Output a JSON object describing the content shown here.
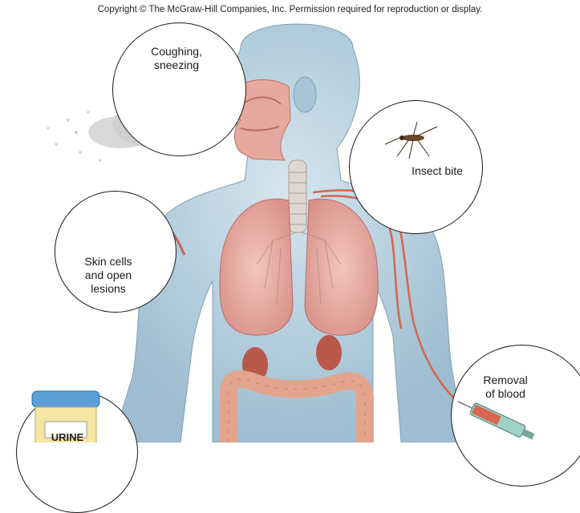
{
  "copyright": "Copyright © The McGraw-Hill Companies, Inc. Permission required for reproduction or display.",
  "routes": [
    {
      "id": "cough",
      "label": "Coughing,\nsneezing",
      "icon": "droplet-spray-icon"
    },
    {
      "id": "insect",
      "label": "Insect bite",
      "icon": "mosquito-icon"
    },
    {
      "id": "skin",
      "label": "Skin cells\nand open\nlesions",
      "icon": "skin-flake-icon"
    },
    {
      "id": "blood",
      "label": "Removal\nof blood",
      "icon": "syringe-icon"
    },
    {
      "id": "urine",
      "label": "URINE",
      "icon": "urine-cup-icon"
    }
  ],
  "colors": {
    "body": "#b9d2e0",
    "body_shade": "#8fb0c4",
    "organ": "#e8a598",
    "organ_dark": "#c9776a",
    "vessel": "#d4644c",
    "line": "#1a1a1a"
  }
}
